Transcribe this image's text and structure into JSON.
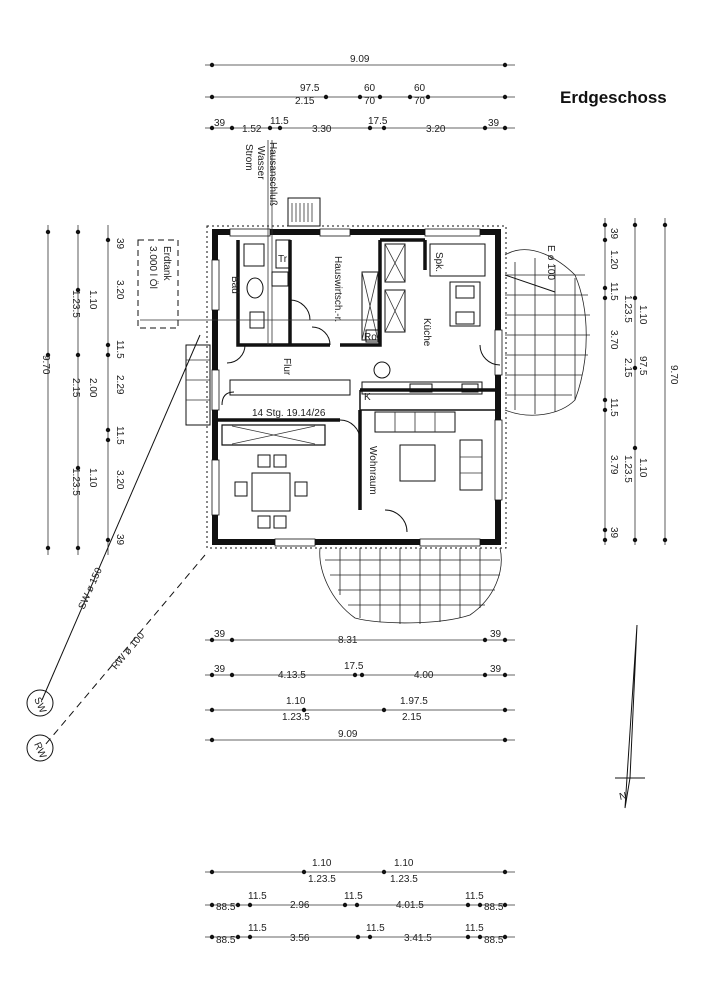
{
  "title": "Erdgeschoss",
  "dims": {
    "top": {
      "row1": [
        "9.09"
      ],
      "row2": [
        "97.5",
        "2.15",
        "60",
        "70",
        "60",
        "70"
      ],
      "row3": [
        "39",
        "1.52",
        "11.5",
        "3.30",
        "17.5",
        "3.20",
        "39"
      ]
    },
    "bottom": {
      "row1": [
        "39",
        "8.31",
        "39"
      ],
      "row2": [
        "39",
        "4.13.5",
        "17.5",
        "4.00",
        "39"
      ],
      "row3": [
        "1.10",
        "1.23.5",
        "1.97.5",
        "2.15"
      ],
      "row4": [
        "9.09"
      ]
    },
    "left": {
      "labels": [
        "39",
        "3.20",
        "1.10",
        "1.23.5",
        "11.5",
        "2.29",
        "2.00",
        "2.15",
        "11.5",
        "3.20",
        "1.10",
        "1.23.5",
        "39",
        "9.70"
      ]
    },
    "right": {
      "labels": [
        "39",
        "1.20",
        "11.5",
        "1.10",
        "1.23.5",
        "3.70",
        "97.5",
        "2.15",
        "11.5",
        "3.79",
        "1.10",
        "1.23.5",
        "39",
        "9.70"
      ]
    },
    "footer": {
      "row1": [
        "1.10",
        "1.23.5",
        "1.10",
        "1.23.5"
      ],
      "row2": [
        "88.5",
        "11.5",
        "2.96",
        "11.5",
        "4.01.5",
        "11.5",
        "88.5"
      ],
      "row3": [
        "88.5",
        "11.5",
        "3.56",
        "11.5",
        "3.41.5",
        "11.5",
        "88.5"
      ]
    }
  },
  "rooms": {
    "bad": "Bad",
    "hausanschluss": "Hausanschluß",
    "wasser": "Wasser",
    "strom": "Strom",
    "hauswirtschaft": "Hauswirtsch.-r.",
    "spk": "Spk.",
    "kueche": "Küche",
    "flur": "Flur",
    "wohnraum": "Wohnraum",
    "stairs": "14 Stg. 19.14/26",
    "tr": "Tr",
    "ro": "Ro",
    "k": "K"
  },
  "erdtank": {
    "title": "Erdtank",
    "capacity": "3.000 l Öl"
  },
  "pipes": {
    "sw": "SW ø 150",
    "rw": "RW ø 100",
    "e": "E ø 100"
  },
  "markers": {
    "sw": "SW",
    "rw": "RW"
  },
  "north": "N"
}
